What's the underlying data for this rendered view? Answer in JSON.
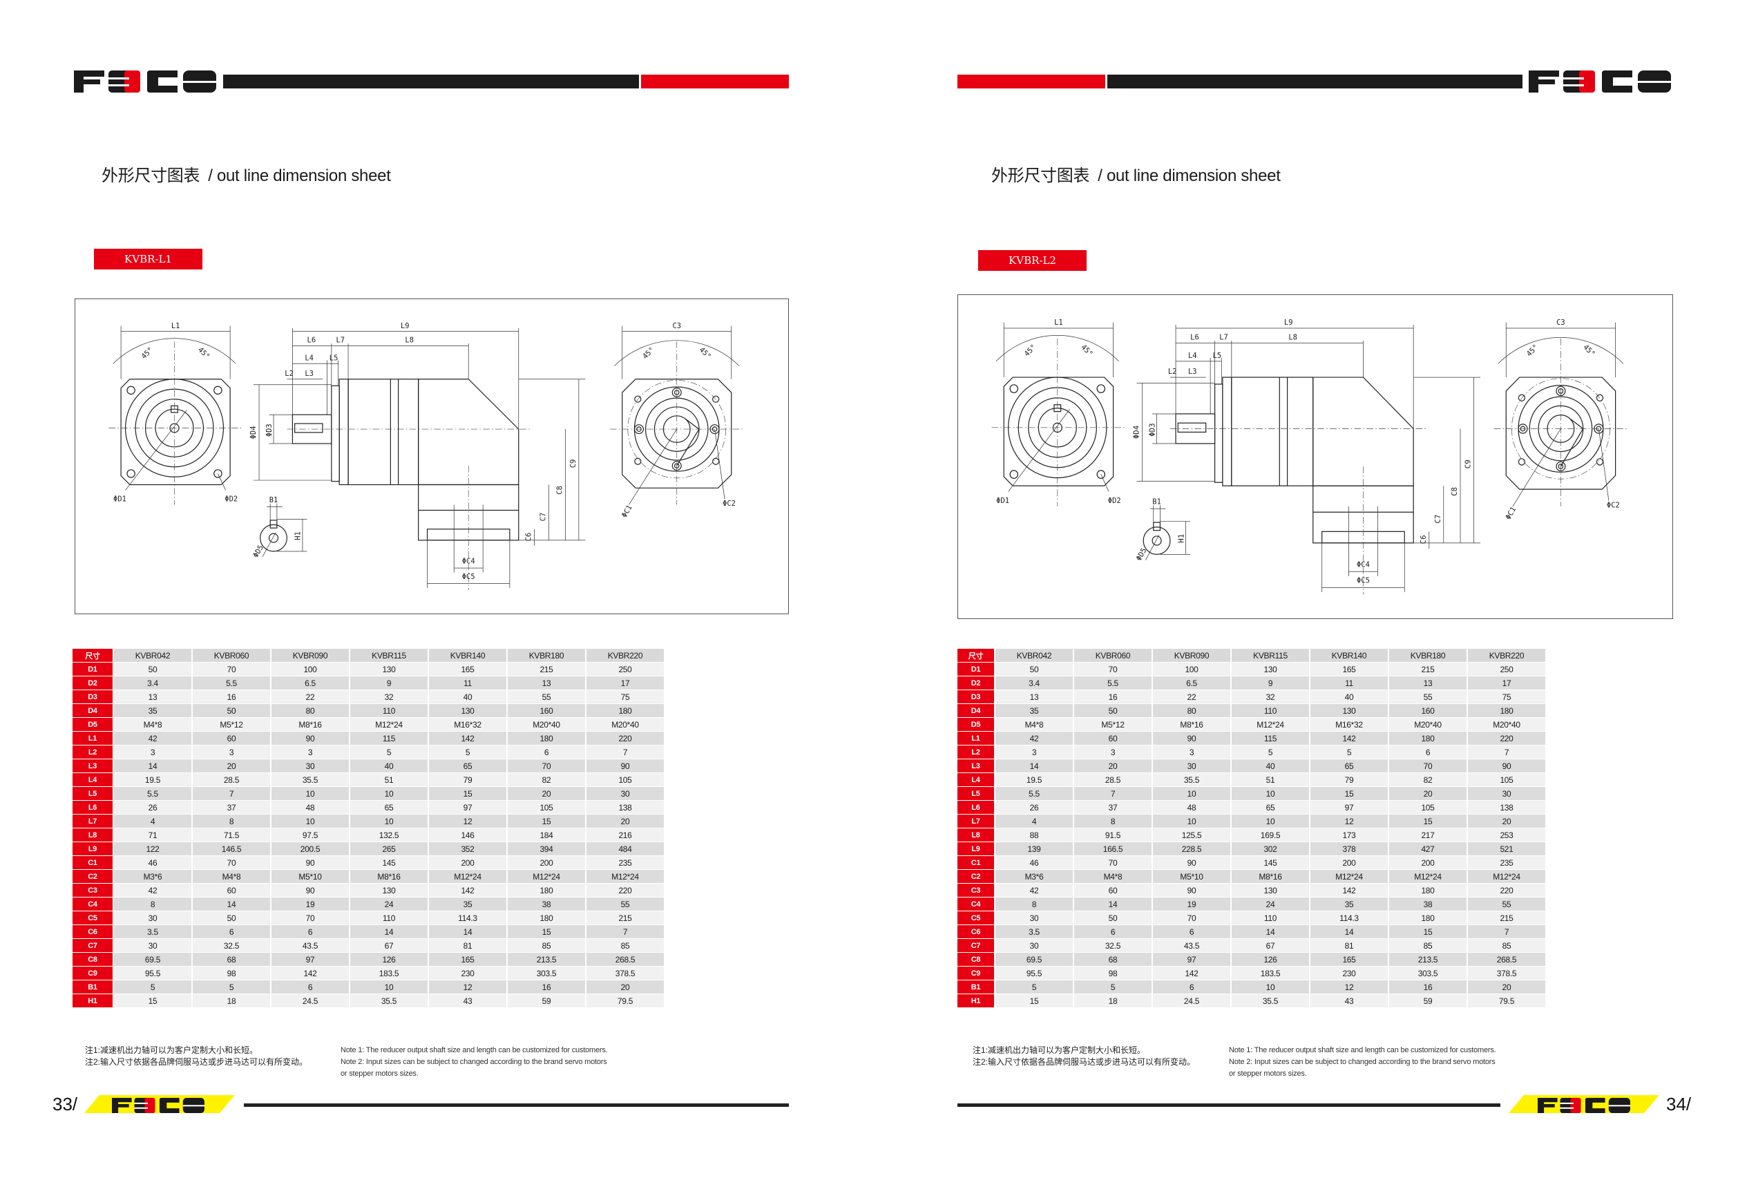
{
  "logo_text": "FECO",
  "section_title_cn": "外形尺寸图表",
  "section_title_en": "/ out line dimension sheet",
  "colors": {
    "brand_red": "#e60012",
    "brand_black": "#1b1b1b",
    "footer_yellow": "#fff200"
  },
  "drawing_labels": {
    "L1": "L1",
    "L2": "L2",
    "L3": "L3",
    "L4": "L4",
    "L5": "L5",
    "L6": "L6",
    "L7": "L7",
    "L8": "L8",
    "L9": "L9",
    "D1": "ΦD1",
    "D2": "ΦD2",
    "D3": "ΦD3",
    "D4": "ΦD4",
    "D5": "ΦD5",
    "C1": "ΦC1",
    "C2": "ΦC2",
    "C3": "C3",
    "C4": "ΦC4",
    "C5": "ΦC5",
    "C6": "C6",
    "C7": "C7",
    "C8": "C8",
    "C9": "C9",
    "B1": "B1",
    "H1": "H1",
    "angle": "45°"
  },
  "pages": [
    {
      "page_number": "33/",
      "model_tag": "KVBR-L1",
      "table": {
        "corner": "尺寸",
        "columns": [
          "KVBR042",
          "KVBR060",
          "KVBR090",
          "KVBR115",
          "KVBR140",
          "KVBR180",
          "KVBR220"
        ],
        "rows": [
          {
            "label": "D1",
            "values": [
              "50",
              "70",
              "100",
              "130",
              "165",
              "215",
              "250"
            ]
          },
          {
            "label": "D2",
            "values": [
              "3.4",
              "5.5",
              "6.5",
              "9",
              "11",
              "13",
              "17"
            ]
          },
          {
            "label": "D3",
            "values": [
              "13",
              "16",
              "22",
              "32",
              "40",
              "55",
              "75"
            ]
          },
          {
            "label": "D4",
            "values": [
              "35",
              "50",
              "80",
              "110",
              "130",
              "160",
              "180"
            ]
          },
          {
            "label": "D5",
            "values": [
              "M4*8",
              "M5*12",
              "M8*16",
              "M12*24",
              "M16*32",
              "M20*40",
              "M20*40"
            ]
          },
          {
            "label": "L1",
            "values": [
              "42",
              "60",
              "90",
              "115",
              "142",
              "180",
              "220"
            ]
          },
          {
            "label": "L2",
            "values": [
              "3",
              "3",
              "3",
              "5",
              "5",
              "6",
              "7"
            ]
          },
          {
            "label": "L3",
            "values": [
              "14",
              "20",
              "30",
              "40",
              "65",
              "70",
              "90"
            ]
          },
          {
            "label": "L4",
            "values": [
              "19.5",
              "28.5",
              "35.5",
              "51",
              "79",
              "82",
              "105"
            ]
          },
          {
            "label": "L5",
            "values": [
              "5.5",
              "7",
              "10",
              "10",
              "15",
              "20",
              "30"
            ]
          },
          {
            "label": "L6",
            "values": [
              "26",
              "37",
              "48",
              "65",
              "97",
              "105",
              "138"
            ]
          },
          {
            "label": "L7",
            "values": [
              "4",
              "8",
              "10",
              "10",
              "12",
              "15",
              "20"
            ]
          },
          {
            "label": "L8",
            "values": [
              "71",
              "71.5",
              "97.5",
              "132.5",
              "146",
              "184",
              "216"
            ]
          },
          {
            "label": "L9",
            "values": [
              "122",
              "146.5",
              "200.5",
              "265",
              "352",
              "394",
              "484"
            ]
          },
          {
            "label": "C1",
            "values": [
              "46",
              "70",
              "90",
              "145",
              "200",
              "200",
              "235"
            ]
          },
          {
            "label": "C2",
            "values": [
              "M3*6",
              "M4*8",
              "M5*10",
              "M8*16",
              "M12*24",
              "M12*24",
              "M12*24"
            ]
          },
          {
            "label": "C3",
            "values": [
              "42",
              "60",
              "90",
              "130",
              "142",
              "180",
              "220"
            ]
          },
          {
            "label": "C4",
            "values": [
              "8",
              "14",
              "19",
              "24",
              "35",
              "38",
              "55"
            ]
          },
          {
            "label": "C5",
            "values": [
              "30",
              "50",
              "70",
              "110",
              "114.3",
              "180",
              "215"
            ]
          },
          {
            "label": "C6",
            "values": [
              "3.5",
              "6",
              "6",
              "14",
              "14",
              "15",
              "7"
            ]
          },
          {
            "label": "C7",
            "values": [
              "30",
              "32.5",
              "43.5",
              "67",
              "81",
              "85",
              "85"
            ]
          },
          {
            "label": "C8",
            "values": [
              "69.5",
              "68",
              "97",
              "126",
              "165",
              "213.5",
              "268.5"
            ]
          },
          {
            "label": "C9",
            "values": [
              "95.5",
              "98",
              "142",
              "183.5",
              "230",
              "303.5",
              "378.5"
            ]
          },
          {
            "label": "B1",
            "values": [
              "5",
              "5",
              "6",
              "10",
              "12",
              "16",
              "20"
            ]
          },
          {
            "label": "H1",
            "values": [
              "15",
              "18",
              "24.5",
              "35.5",
              "43",
              "59",
              "79.5"
            ]
          }
        ]
      },
      "notes_cn": [
        "注1:减速机出力轴可以为客户定制大小和长短。",
        "注2:输入尺寸依据各品牌伺服马达或步进马达可以有所变动。"
      ],
      "notes_en": [
        "Note 1: The reducer output shaft size and length can be customized for customers.",
        "Note 2: Input sizes can be subject to changed according to the brand servo motors",
        "or stepper motors sizes."
      ]
    },
    {
      "page_number": "34/",
      "model_tag": "KVBR-L2",
      "table": {
        "corner": "尺寸",
        "columns": [
          "KVBR042",
          "KVBR060",
          "KVBR090",
          "KVBR115",
          "KVBR140",
          "KVBR180",
          "KVBR220"
        ],
        "rows": [
          {
            "label": "D1",
            "values": [
              "50",
              "70",
              "100",
              "130",
              "165",
              "215",
              "250"
            ]
          },
          {
            "label": "D2",
            "values": [
              "3.4",
              "5.5",
              "6.5",
              "9",
              "11",
              "13",
              "17"
            ]
          },
          {
            "label": "D3",
            "values": [
              "13",
              "16",
              "22",
              "32",
              "40",
              "55",
              "75"
            ]
          },
          {
            "label": "D4",
            "values": [
              "35",
              "50",
              "80",
              "110",
              "130",
              "160",
              "180"
            ]
          },
          {
            "label": "D5",
            "values": [
              "M4*8",
              "M5*12",
              "M8*16",
              "M12*24",
              "M16*32",
              "M20*40",
              "M20*40"
            ]
          },
          {
            "label": "L1",
            "values": [
              "42",
              "60",
              "90",
              "115",
              "142",
              "180",
              "220"
            ]
          },
          {
            "label": "L2",
            "values": [
              "3",
              "3",
              "3",
              "5",
              "5",
              "6",
              "7"
            ]
          },
          {
            "label": "L3",
            "values": [
              "14",
              "20",
              "30",
              "40",
              "65",
              "70",
              "90"
            ]
          },
          {
            "label": "L4",
            "values": [
              "19.5",
              "28.5",
              "35.5",
              "51",
              "79",
              "82",
              "105"
            ]
          },
          {
            "label": "L5",
            "values": [
              "5.5",
              "7",
              "10",
              "10",
              "15",
              "20",
              "30"
            ]
          },
          {
            "label": "L6",
            "values": [
              "26",
              "37",
              "48",
              "65",
              "97",
              "105",
              "138"
            ]
          },
          {
            "label": "L7",
            "values": [
              "4",
              "8",
              "10",
              "10",
              "12",
              "15",
              "20"
            ]
          },
          {
            "label": "L8",
            "values": [
              "88",
              "91.5",
              "125.5",
              "169.5",
              "173",
              "217",
              "253"
            ]
          },
          {
            "label": "L9",
            "values": [
              "139",
              "166.5",
              "228.5",
              "302",
              "378",
              "427",
              "521"
            ]
          },
          {
            "label": "C1",
            "values": [
              "46",
              "70",
              "90",
              "145",
              "200",
              "200",
              "235"
            ]
          },
          {
            "label": "C2",
            "values": [
              "M3*6",
              "M4*8",
              "M5*10",
              "M8*16",
              "M12*24",
              "M12*24",
              "M12*24"
            ]
          },
          {
            "label": "C3",
            "values": [
              "42",
              "60",
              "90",
              "130",
              "142",
              "180",
              "220"
            ]
          },
          {
            "label": "C4",
            "values": [
              "8",
              "14",
              "19",
              "24",
              "35",
              "38",
              "55"
            ]
          },
          {
            "label": "C5",
            "values": [
              "30",
              "50",
              "70",
              "110",
              "114.3",
              "180",
              "215"
            ]
          },
          {
            "label": "C6",
            "values": [
              "3.5",
              "6",
              "6",
              "14",
              "14",
              "15",
              "7"
            ]
          },
          {
            "label": "C7",
            "values": [
              "30",
              "32.5",
              "43.5",
              "67",
              "81",
              "85",
              "85"
            ]
          },
          {
            "label": "C8",
            "values": [
              "69.5",
              "68",
              "97",
              "126",
              "165",
              "213.5",
              "268.5"
            ]
          },
          {
            "label": "C9",
            "values": [
              "95.5",
              "98",
              "142",
              "183.5",
              "230",
              "303.5",
              "378.5"
            ]
          },
          {
            "label": "B1",
            "values": [
              "5",
              "5",
              "6",
              "10",
              "12",
              "16",
              "20"
            ]
          },
          {
            "label": "H1",
            "values": [
              "15",
              "18",
              "24.5",
              "35.5",
              "43",
              "59",
              "79.5"
            ]
          }
        ]
      },
      "notes_cn": [
        "注1:减速机出力轴可以为客户定制大小和长短。",
        "注2:输入尺寸依据各品牌伺服马达或步进马达可以有所变动。"
      ],
      "notes_en": [
        "Note 1: The reducer output shaft size and length can be customized for customers.",
        "Note 2: Input sizes can be subject to changed according to the brand servo motors",
        "or stepper motors sizes."
      ]
    }
  ]
}
